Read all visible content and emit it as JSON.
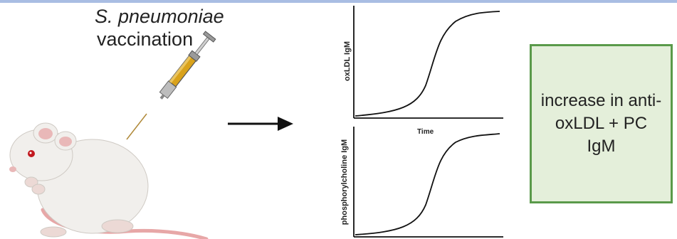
{
  "heading": {
    "organism": "S. pneumoniae",
    "action": "vaccination"
  },
  "plots": [
    {
      "ylabel": "oxLDL IgM",
      "xlabel": "Time"
    },
    {
      "ylabel": "phosphorylcholine IgM",
      "xlabel": ""
    }
  ],
  "result": {
    "text": "increase in anti-oxLDL + PC IgM"
  },
  "colors": {
    "box_fill": "#e4efda",
    "box_border": "#5a9a4a",
    "syringe_liquid": "#d9a21b",
    "mouse_body": "#f1efec",
    "mouse_tail": "#e7a7a7",
    "mouse_eye": "#c2191f"
  }
}
